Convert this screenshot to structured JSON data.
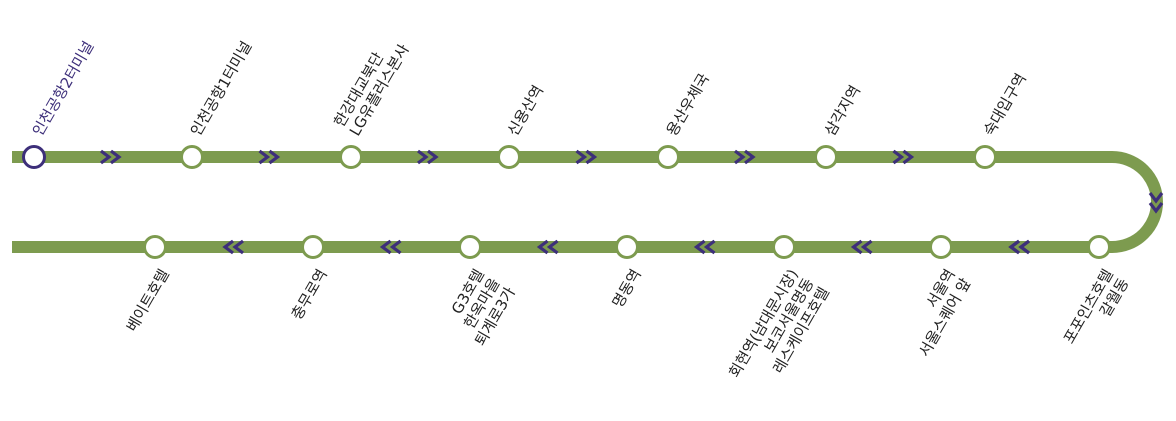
{
  "colors": {
    "line": "#7d9b4f",
    "arrow": "#3d2f7a",
    "stop_fill": "#ffffff",
    "first_stop_stroke": "#3d2f7a",
    "label": "#222222",
    "first_label": "#3d2f7a"
  },
  "icons": {
    "direction_arrow": "double-chevron-icon"
  },
  "stops": [
    {
      "id": "s1",
      "lines": [
        "인천공항2터미널"
      ]
    },
    {
      "id": "s2",
      "lines": [
        "인천공항1터미널"
      ]
    },
    {
      "id": "s3",
      "lines": [
        "한강대교북단",
        "LG유플러스본사"
      ]
    },
    {
      "id": "s4",
      "lines": [
        "신용산역"
      ]
    },
    {
      "id": "s5",
      "lines": [
        "용산우체국"
      ]
    },
    {
      "id": "s6",
      "lines": [
        "삼각지역"
      ]
    },
    {
      "id": "s7",
      "lines": [
        "숙대입구역"
      ]
    },
    {
      "id": "s8",
      "lines": [
        "포포인츠호텔",
        "갈월동"
      ]
    },
    {
      "id": "s9",
      "lines": [
        "서울역",
        "서울스퀘어 앞"
      ]
    },
    {
      "id": "s10",
      "lines": [
        "회현역(남대문시장)",
        "보코서울명동",
        "레스케이프호텔"
      ]
    },
    {
      "id": "s11",
      "lines": [
        "명동역"
      ]
    },
    {
      "id": "s12",
      "lines": [
        "G3호텔",
        "한옥마을",
        "퇴계로3가"
      ]
    },
    {
      "id": "s13",
      "lines": [
        "충무로역"
      ]
    },
    {
      "id": "s14",
      "lines": [
        "베이트호텔"
      ]
    }
  ]
}
